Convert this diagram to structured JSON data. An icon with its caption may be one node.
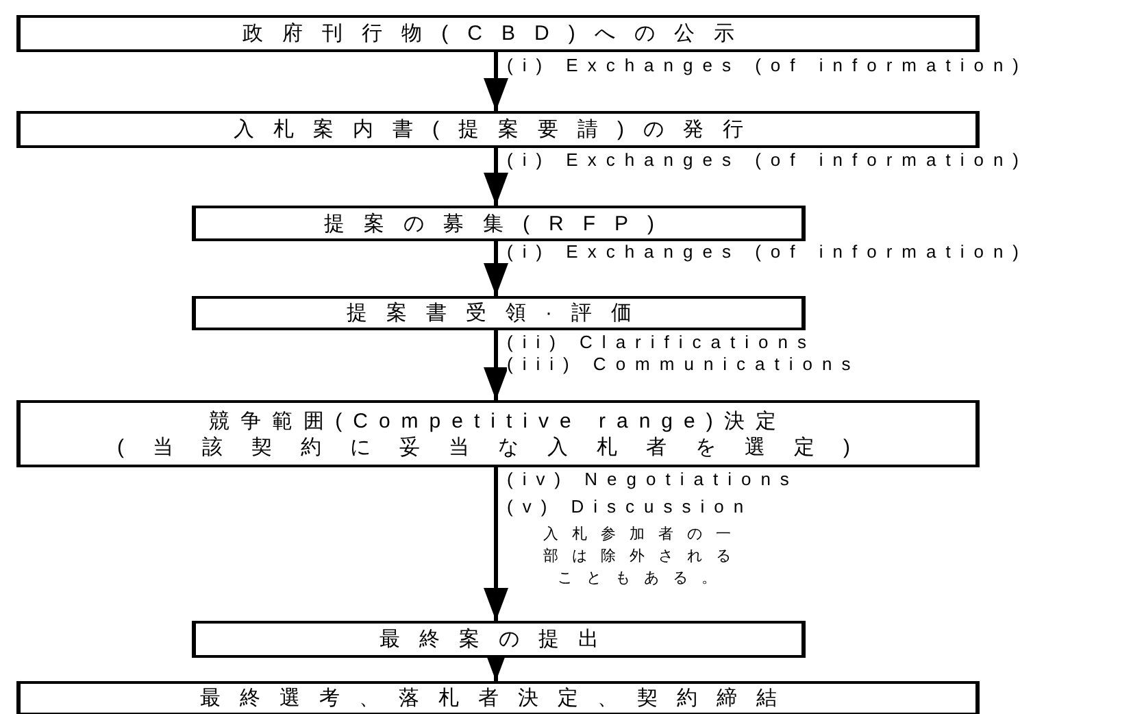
{
  "diagram": {
    "nodes": [
      {
        "text": [
          "政府刊行物(CBD)への公示"
        ]
      },
      {
        "text": [
          "入札案内書(提案要請)の発行"
        ]
      },
      {
        "text": [
          "提案の募集(RFP)"
        ]
      },
      {
        "text": [
          "提案書受領·評価"
        ]
      },
      {
        "text": [
          "競争範囲(Competitive range)決定",
          "(当該契約に妥当な入札者を選定)"
        ]
      },
      {
        "text": [
          "最終案の提出"
        ]
      },
      {
        "text": [
          "最終選考、落札者決定、契約締結"
        ]
      }
    ],
    "edges": [
      {
        "from": 0,
        "to": 1,
        "arrow": "to",
        "label": "(i) Exchanges (of information)"
      },
      {
        "from": 1,
        "to": 2,
        "arrow": "to",
        "label": "(i) Exchanges (of information)"
      },
      {
        "from": 2,
        "to": 3,
        "arrow": "to",
        "label": "(i) Exchanges (of information)"
      },
      {
        "from": 3,
        "to": 4,
        "arrow": "to",
        "label": "(ii) Clarifications"
      },
      {
        "from": 4,
        "to": 5,
        "arrow": "to",
        "label": "(iv) Negotiations"
      },
      {
        "from": 5,
        "to": 6,
        "arrow": "to"
      }
    ],
    "labels": [
      "(iii) Communications",
      "(v) Discussion",
      "入札参加者の一部は除外されることもある。"
    ]
  }
}
